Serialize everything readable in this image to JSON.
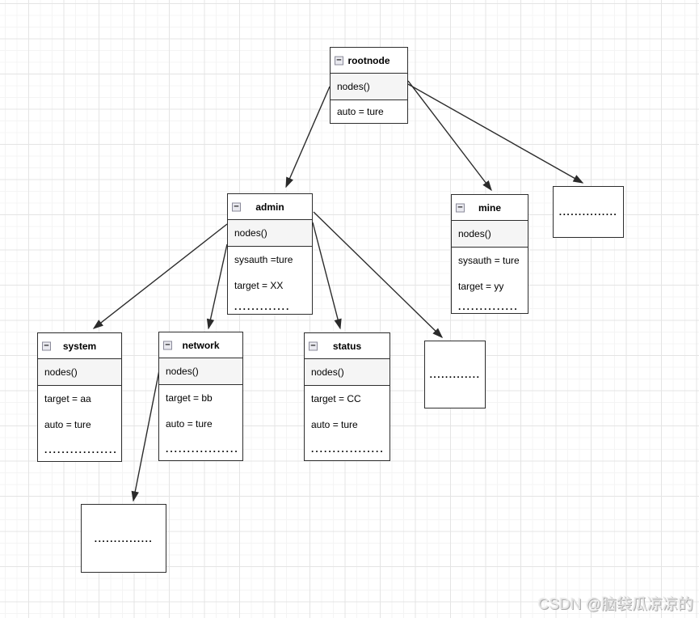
{
  "watermark": "CSDN @脑袋瓜凉凉的",
  "icons": {
    "collapse": "−"
  },
  "nodes": {
    "rootnode": {
      "title": "rootnode",
      "method": "nodes()",
      "attrs": [
        "auto = ture"
      ]
    },
    "admin": {
      "title": "admin",
      "method": "nodes()",
      "attrs": [
        "sysauth =ture",
        "target = XX"
      ],
      "dots": "............."
    },
    "mine": {
      "title": "mine",
      "method": "nodes()",
      "attrs": [
        "sysauth = ture",
        "target = yy"
      ],
      "dots": ".............."
    },
    "system": {
      "title": "system",
      "method": "nodes()",
      "attrs": [
        "target = aa",
        "auto = ture"
      ],
      "dots": "................."
    },
    "network": {
      "title": "network",
      "method": "nodes()",
      "attrs": [
        "target = bb",
        "auto = ture"
      ],
      "dots": "................."
    },
    "status": {
      "title": "status",
      "method": "nodes()",
      "attrs": [
        "target = CC",
        "auto = ture"
      ],
      "dots": "................."
    },
    "placeholder_right": {
      "dots": "..............."
    },
    "placeholder_mid": {
      "dots": "............."
    },
    "placeholder_bottom": {
      "dots": "..............."
    }
  },
  "edges": [
    {
      "from": "rootnode",
      "to": "admin"
    },
    {
      "from": "rootnode",
      "to": "mine"
    },
    {
      "from": "rootnode",
      "to": "placeholder_right"
    },
    {
      "from": "admin",
      "to": "system"
    },
    {
      "from": "admin",
      "to": "network"
    },
    {
      "from": "admin",
      "to": "status"
    },
    {
      "from": "admin",
      "to": "placeholder_mid"
    },
    {
      "from": "network",
      "to": "placeholder_bottom"
    }
  ]
}
